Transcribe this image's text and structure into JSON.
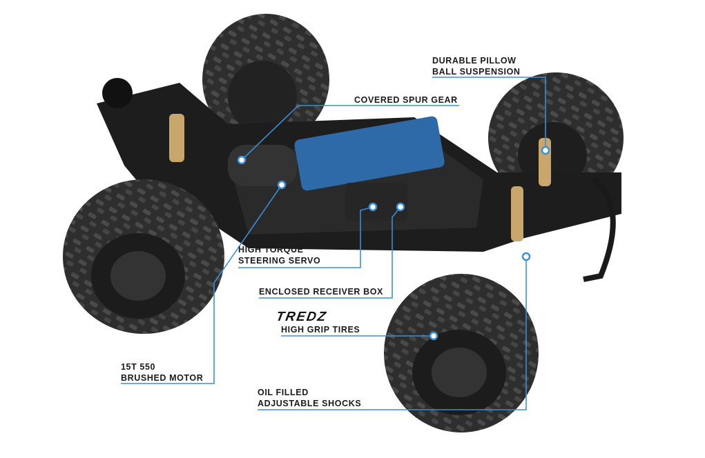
{
  "colors": {
    "accent": "#3a8fd6",
    "tire": "#2b2b2b",
    "chassis": "#1c1c1c",
    "background": "#ffffff"
  },
  "callouts": {
    "pillow_ball": {
      "line1": "DURABLE PILLOW",
      "line2": "BALL SUSPENSION"
    },
    "spur_gear": {
      "line1": "COVERED SPUR GEAR"
    },
    "steering_servo": {
      "line1": "HIGH TORQUE",
      "line2": "STEERING SERVO"
    },
    "receiver_box": {
      "line1": "ENCLOSED RECEIVER BOX"
    },
    "tires": {
      "logo": "TREDZ",
      "line1": "HIGH GRIP TIRES"
    },
    "motor": {
      "line1": "15T 550",
      "line2": "BRUSHED MOTOR"
    },
    "shocks": {
      "line1": "OIL FILLED",
      "line2": "ADJUSTABLE SHOCKS"
    }
  }
}
